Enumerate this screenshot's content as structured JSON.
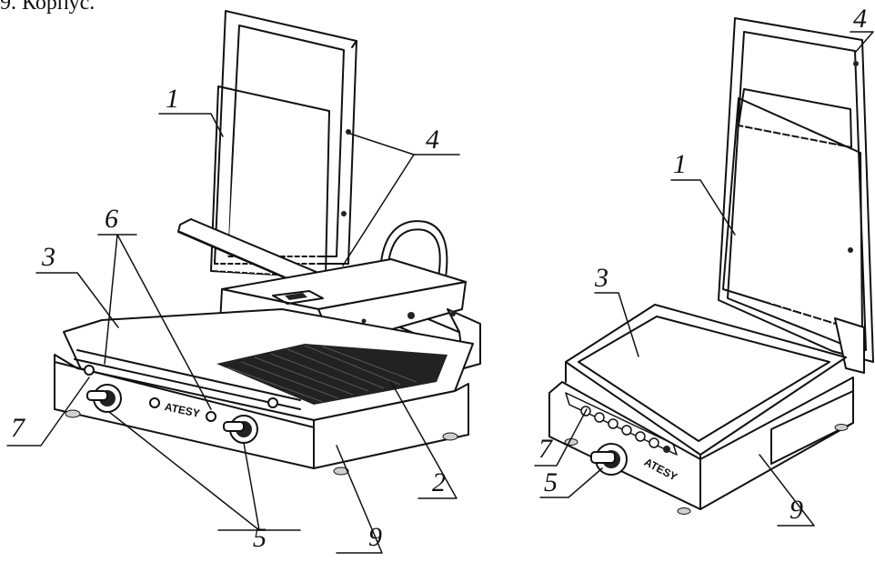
{
  "header": {
    "text": "9.    Корпус."
  },
  "figure_left": {
    "brand": "ATESY",
    "callouts": [
      "1",
      "6",
      "4",
      "3",
      "7",
      "2",
      "5",
      "9"
    ]
  },
  "figure_right": {
    "brand": "ATESY",
    "callouts": [
      "4",
      "1",
      "3",
      "7",
      "5",
      "9"
    ]
  }
}
